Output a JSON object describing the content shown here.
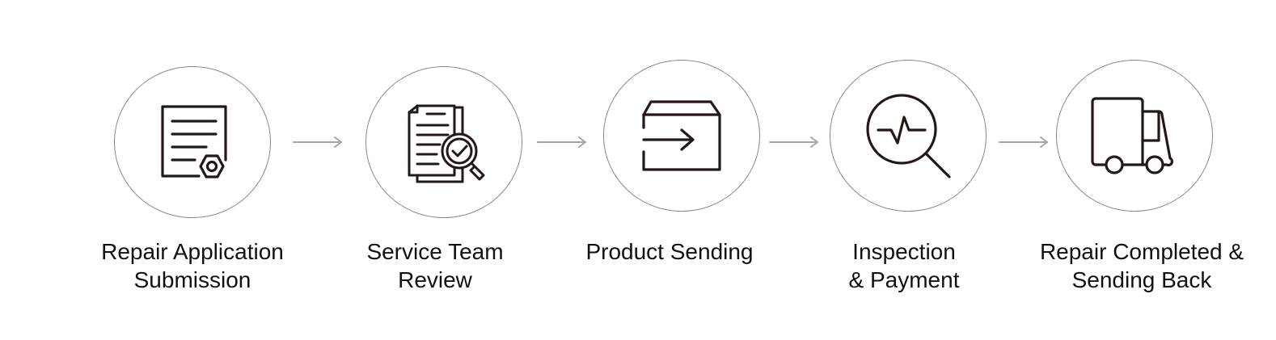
{
  "colors": {
    "icon_stroke": "#231815",
    "circle_border": "#8a8a8a",
    "arrow": "#a6a6a6",
    "label_text": "#111111"
  },
  "steps": [
    {
      "icon": "document-gear-icon",
      "label_line1": "Repair Application",
      "label_line2": "Submission"
    },
    {
      "icon": "document-magnifier-check-icon",
      "label_line1": "Service Team",
      "label_line2": "Review"
    },
    {
      "icon": "box-arrow-icon",
      "label_line1": "Product Sending",
      "label_line2": ""
    },
    {
      "icon": "magnifier-pulse-icon",
      "label_line1": "Inspection",
      "label_line2": "& Payment"
    },
    {
      "icon": "delivery-truck-icon",
      "label_line1": "Repair Completed &",
      "label_line2": "Sending Back"
    }
  ]
}
